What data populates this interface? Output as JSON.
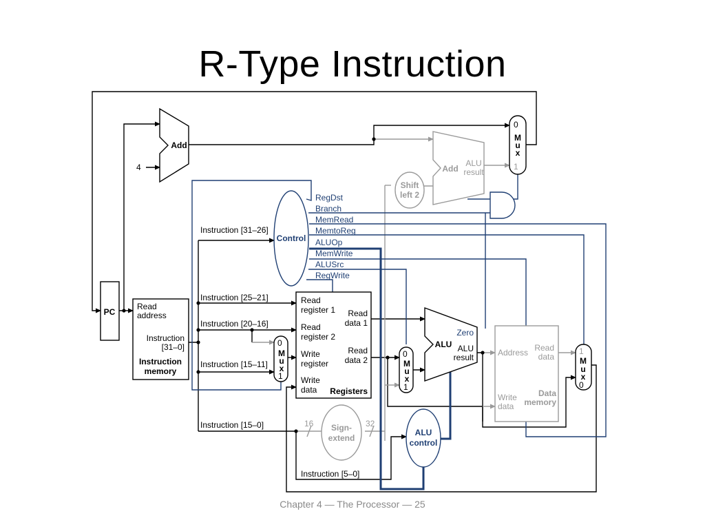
{
  "title": "R-Type Instruction",
  "footer": "Chapter 4 — The Processor — 25",
  "colors": {
    "black": "#000000",
    "control_blue": "#1f3f73",
    "inactive_gray": "#9a9a9a"
  },
  "pc": "PC",
  "four": "4",
  "add_top": "Add",
  "add_branch": "Add",
  "alu_result_small": [
    "ALU",
    "result"
  ],
  "shift_left": [
    "Shift",
    "left 2"
  ],
  "control": "Control",
  "control_signals": [
    "RegDst",
    "Branch",
    "MemRead",
    "MemtoReg",
    "ALUOp",
    "MemWrite",
    "ALUSrc",
    "RegWrite"
  ],
  "instr_mem": {
    "read_address": [
      "Read",
      "address"
    ],
    "instruction": [
      "Instruction",
      "[31–0]"
    ],
    "name": [
      "Instruction",
      "memory"
    ]
  },
  "fields": {
    "f31_26": "Instruction [31–26]",
    "f25_21": "Instruction [25–21]",
    "f20_16": "Instruction [20–16]",
    "f15_11": "Instruction [15–11]",
    "f15_0": "Instruction [15–0]",
    "f5_0": "Instruction [5–0]"
  },
  "registers": {
    "read_reg1": [
      "Read",
      "register 1"
    ],
    "read_reg2": [
      "Read",
      "register 2"
    ],
    "write_reg": [
      "Write",
      "register"
    ],
    "write_data": [
      "Write",
      "data"
    ],
    "read_data1": [
      "Read",
      "data 1"
    ],
    "read_data2": [
      "Read",
      "data 2"
    ],
    "name": "Registers"
  },
  "mux": {
    "zero": "0",
    "one": "1",
    "letters": [
      "M",
      "u",
      "x"
    ]
  },
  "alu": {
    "name": "ALU",
    "zero": "Zero",
    "result": [
      "ALU",
      "result"
    ]
  },
  "alu_control": [
    "ALU",
    "control"
  ],
  "sign_extend": [
    "Sign-",
    "extend"
  ],
  "bits16": "16",
  "bits32": "32",
  "data_memory": {
    "address": "Address",
    "read_data": [
      "Read",
      "data"
    ],
    "write_data": [
      "Write",
      "data"
    ],
    "name": [
      "Data",
      "memory"
    ]
  }
}
